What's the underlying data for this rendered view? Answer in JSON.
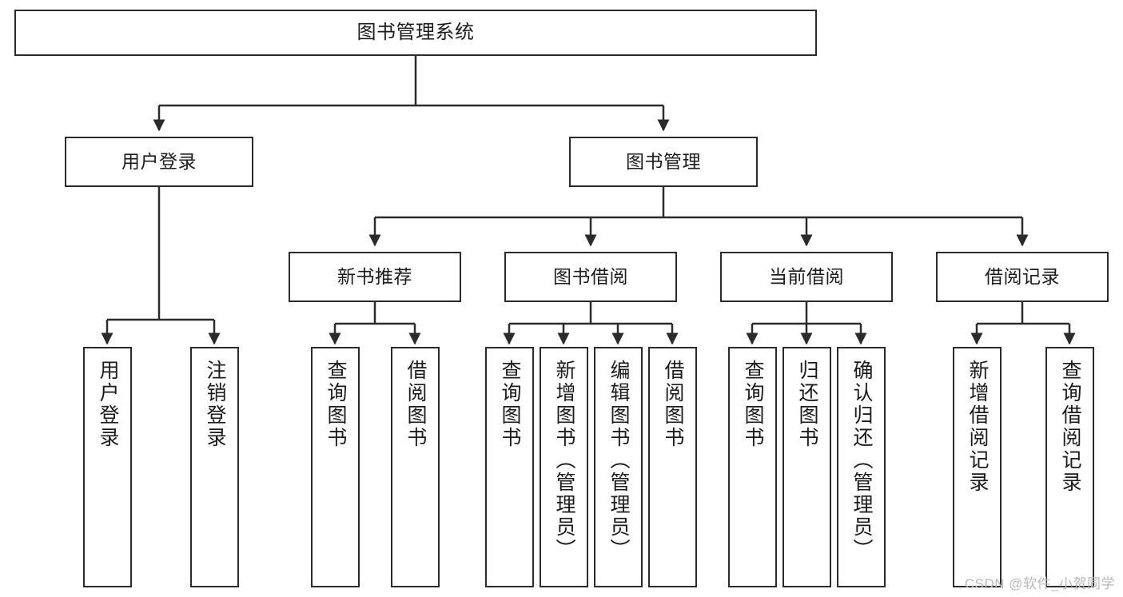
{
  "diagram": {
    "title": "图书管理系统",
    "type": "tree",
    "levels": 4,
    "nodes": {
      "root": {
        "label": "图书管理系统"
      },
      "level2": [
        {
          "id": "user-login",
          "label": "用户登录"
        },
        {
          "id": "book-management",
          "label": "图书管理"
        }
      ],
      "level3": [
        {
          "id": "new-book-recommend",
          "label": "新书推荐"
        },
        {
          "id": "book-borrow",
          "label": "图书借阅"
        },
        {
          "id": "current-borrow",
          "label": "当前借阅"
        },
        {
          "id": "borrow-record",
          "label": "借阅记录"
        }
      ],
      "leaves": {
        "user-login": [
          {
            "id": "leaf-user-login",
            "label": "用户登录"
          },
          {
            "id": "leaf-logout-login",
            "label": "注销登录"
          }
        ],
        "new-book-recommend": [
          {
            "id": "leaf-query-book-1",
            "label": "查询图书"
          },
          {
            "id": "leaf-borrow-book-1",
            "label": "借阅图书"
          }
        ],
        "book-borrow": [
          {
            "id": "leaf-query-book-2",
            "label": "查询图书"
          },
          {
            "id": "leaf-add-book",
            "label": "新增图书（管理员）"
          },
          {
            "id": "leaf-edit-book",
            "label": "编辑图书（管理员）"
          },
          {
            "id": "leaf-borrow-book-2",
            "label": "借阅图书"
          }
        ],
        "current-borrow": [
          {
            "id": "leaf-query-book-3",
            "label": "查询图书"
          },
          {
            "id": "leaf-return-book",
            "label": "归还图书"
          },
          {
            "id": "leaf-confirm-return",
            "label": "确认归还（管理员）"
          }
        ],
        "borrow-record": [
          {
            "id": "leaf-add-record",
            "label": "新增借阅记录"
          },
          {
            "id": "leaf-query-record",
            "label": "查询借阅记录"
          }
        ]
      }
    },
    "colors": {
      "stroke": "#2b2b2b",
      "fill": "#ffffff",
      "text": "#1b1b1b",
      "watermark": "#b9b9b9"
    }
  },
  "watermark": {
    "text": "CSDN @软件_小贺同学"
  }
}
